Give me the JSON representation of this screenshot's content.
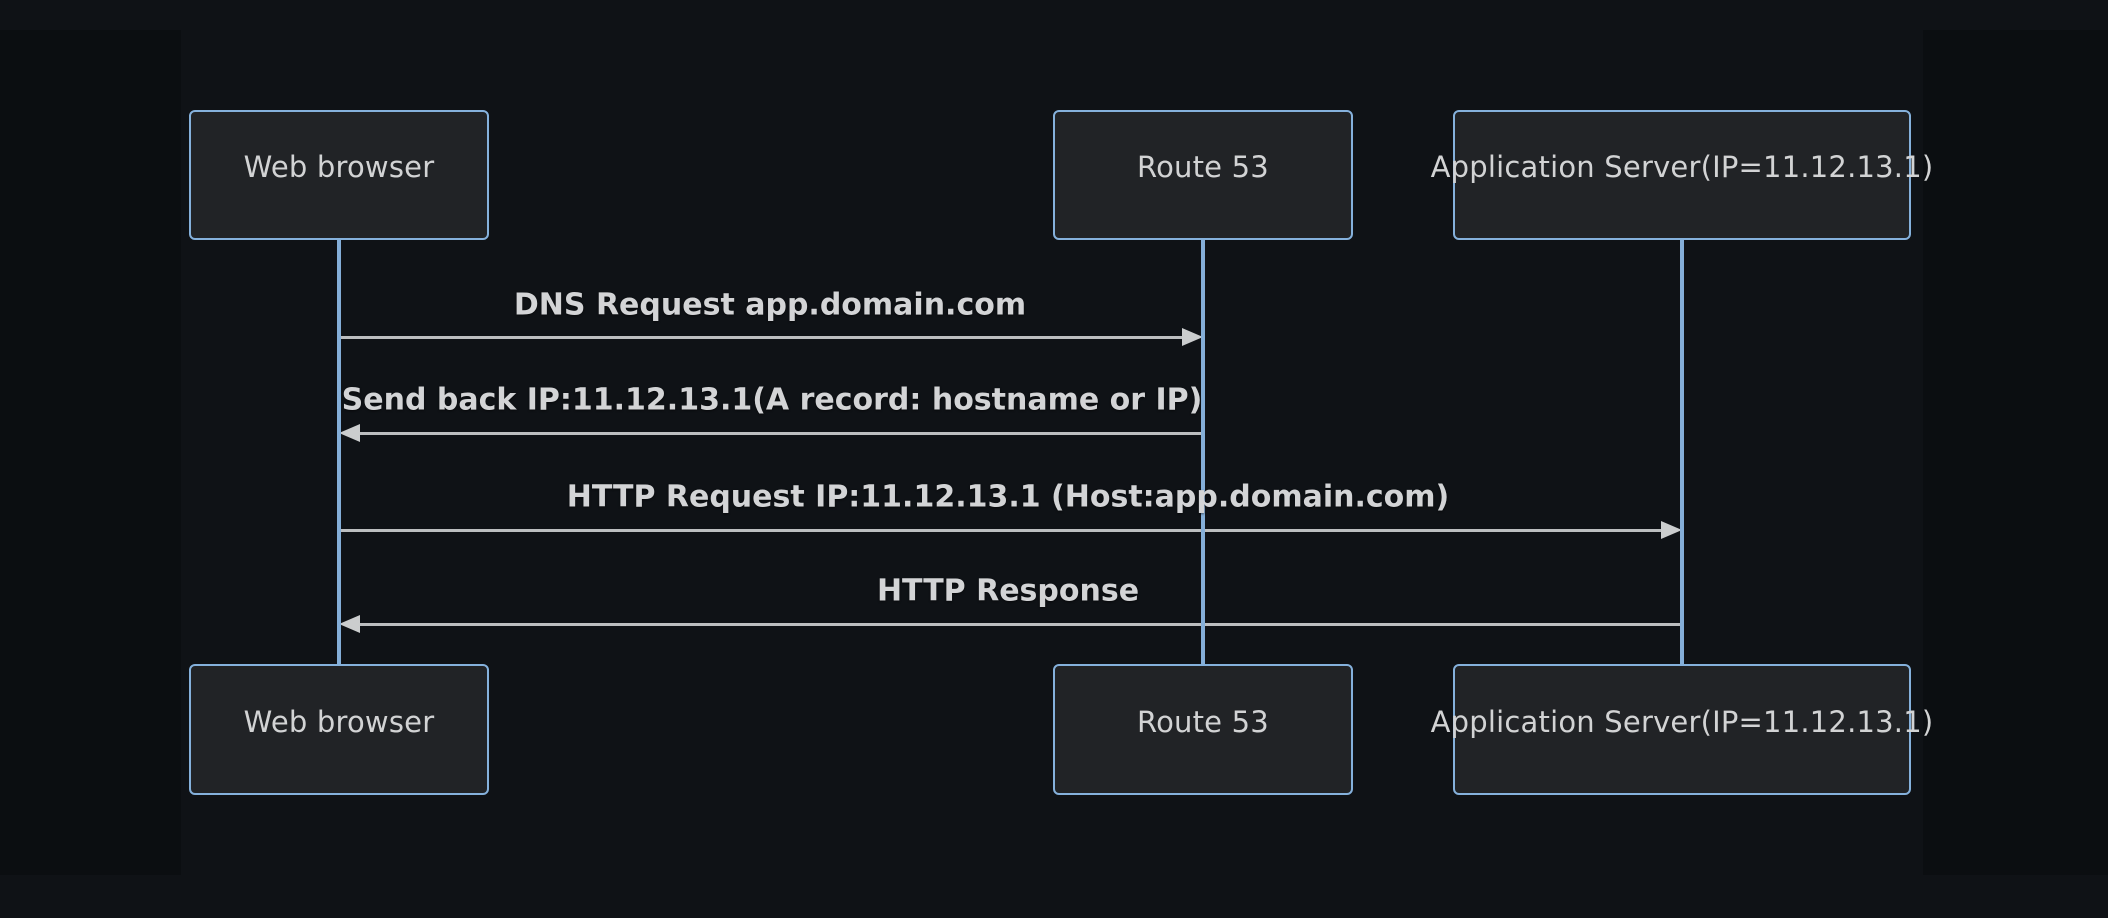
{
  "diagram": {
    "type": "sequence-diagram",
    "colors": {
      "background": "#0f1216",
      "margin_band": "#0b0e11",
      "actor_fill": "#212326",
      "actor_border": "#85b1dc",
      "actor_text": "#d2d3d4",
      "lifeline": "#84aed8",
      "message_line": "#bcbec0",
      "arrowhead": "#cbcdce",
      "message_text": "#d3d4d6"
    },
    "actors": [
      {
        "label": "Web browser"
      },
      {
        "label": "Route 53"
      },
      {
        "label": "Application Server(IP=11.12.13.1)"
      }
    ],
    "messages": [
      {
        "text": "DNS Request app.domain.com",
        "from": "Web browser",
        "to": "Route 53",
        "direction": "right"
      },
      {
        "text": "Send back IP:11.12.13.1(A record: hostname or IP)",
        "from": "Route 53",
        "to": "Web browser",
        "direction": "left"
      },
      {
        "text": "HTTP Request IP:11.12.13.1 (Host:app.domain.com)",
        "from": "Web browser",
        "to": "Application Server(IP=11.12.13.1)",
        "direction": "right"
      },
      {
        "text": "HTTP Response",
        "from": "Application Server(IP=11.12.13.1)",
        "to": "Web browser",
        "direction": "left"
      }
    ]
  }
}
